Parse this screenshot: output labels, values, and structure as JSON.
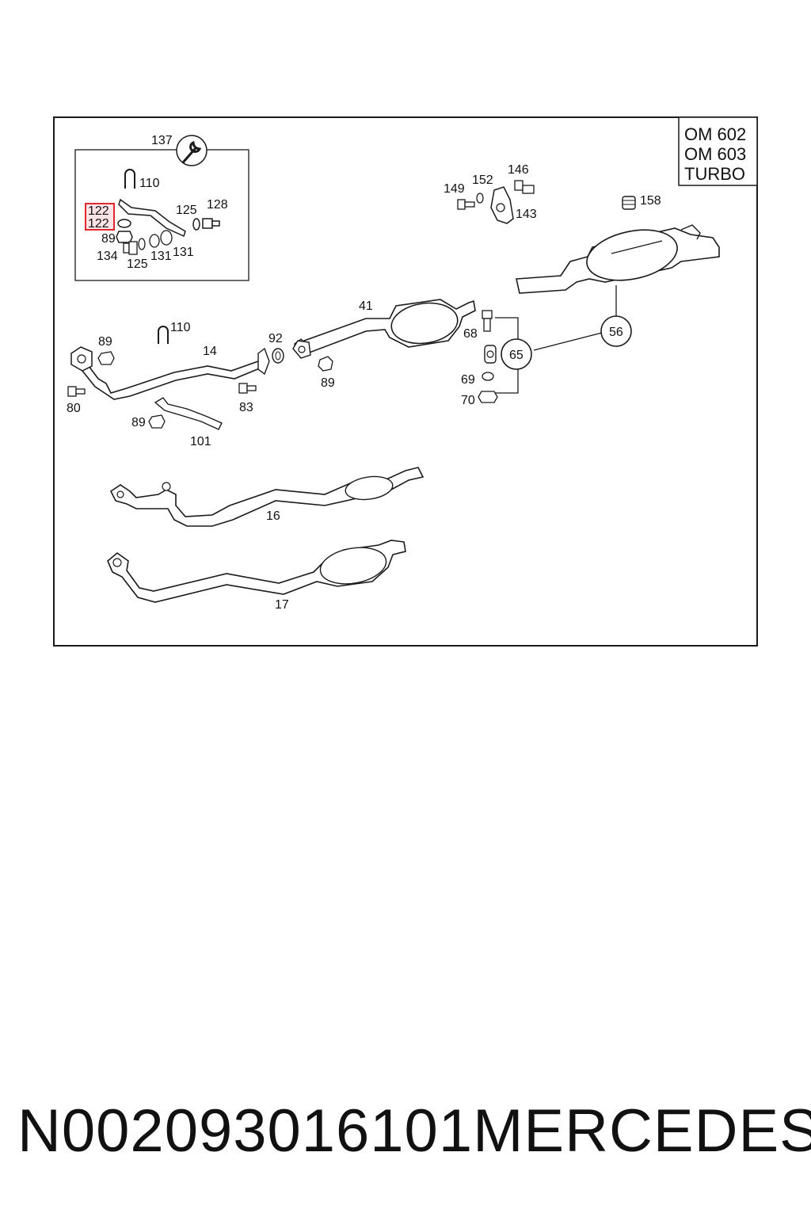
{
  "engine_box": [
    "OM 602",
    "OM 603",
    "TURBO"
  ],
  "inset_labels": {
    "n137": "137",
    "n110": "110",
    "n122a": "122",
    "n122b": "122",
    "n125a": "125",
    "n128": "128",
    "n89": "89",
    "n134": "134",
    "n125b": "125",
    "n131a": "131",
    "n131b": "131"
  },
  "callouts": {
    "c56": "56",
    "c65": "65"
  },
  "part_labels": {
    "p149": "149",
    "p152": "152",
    "p146": "146",
    "p143": "143",
    "p158": "158",
    "p41": "41",
    "p68": "68",
    "p69": "69",
    "p70": "70",
    "p89a": "89",
    "p110": "110",
    "p14": "14",
    "p92": "92",
    "p89b": "89",
    "p80": "80",
    "p83": "83",
    "p89c": "89",
    "p101": "101",
    "p16": "16",
    "p17": "17"
  },
  "caption": {
    "part_number": "N002093016101",
    "brand": "MERCEDES"
  },
  "colors": {
    "highlight": "#e0282d",
    "line": "#1a1a1a"
  }
}
